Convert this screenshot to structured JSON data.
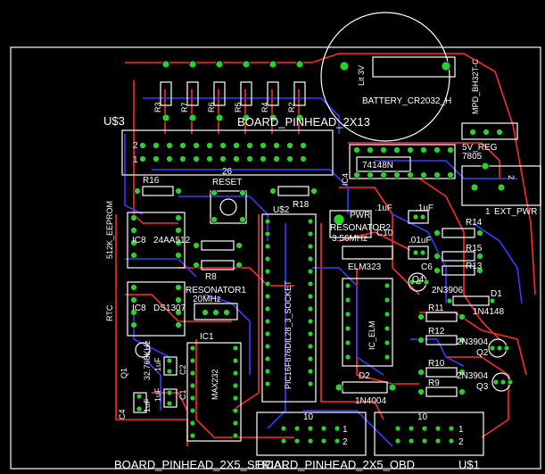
{
  "colors": {
    "background": "#000000",
    "silk": "#ffffff",
    "top_copper": "#ff2a2a",
    "bottom_copper": "#3a3aff",
    "pad": "#2bd02b",
    "outline": "#c8c8c8"
  },
  "labels": {
    "u3": "U$3",
    "board_pinhead_top": "BOARD_PINHEAD_2X13",
    "battery": "BATTERY_CR2032_H",
    "mpd": "MPD_BH32T-C",
    "lit": "Lit 3V",
    "r3": "R3",
    "r7": "R7",
    "r6": "R6",
    "r5": "R5",
    "r4": "R4",
    "r2": "R2",
    "pin2": "2",
    "pin1": "1",
    "pin26": "26",
    "ic4": "IC4",
    "ic74148": "74148N",
    "sv_reg": "5V_REG",
    "reg7805": "7805",
    "ext_pwr": "EXT_PWR",
    "ext_one": "1",
    "ext_two": "2",
    "r16": "R16",
    "reset": "RESET",
    "u2": "U$2",
    "r18": "R18",
    "eeprom": "512K_EEPROM",
    "ic8a": "IC8",
    "ic8a_part": "24AA512",
    "pwr": "PWR",
    "resonator2": "RESONATOR2",
    "mhz356": "3.56MHz",
    "cap1uf_a": ".1uF",
    "cap1uf_b": ".1uF",
    "cap01uf": ".01uF",
    "c10": "C10",
    "r14": "R14",
    "r15": "R15",
    "r13": "R13",
    "c6": "C6",
    "elm323": "ELM323",
    "q4": "Q4",
    "q4_part": "2N3906",
    "r8": "R8",
    "resonator1": "RESONATOR1",
    "mhz20": "20MHz",
    "rtc": "RTC",
    "ic8b": "IC8",
    "ic8b_part": "DS1307",
    "socket": "PIC16F876DIL28_3_SOCKET",
    "ic_elm": "IC_ELM",
    "in4148": "1N4148",
    "d1": "D1",
    "r11": "R11",
    "r12": "R12",
    "r10": "R10",
    "r9": "R9",
    "q2": "Q2",
    "q3": "Q3",
    "n3904a": "2N3904",
    "n3904b": "2N3904",
    "ic1": "IC1",
    "max232": "MAX232",
    "crystal": "32.768KHz",
    "q1": "Q1",
    "c2": "C2",
    "c1": "C1",
    "c4": "C4",
    "cap1uf_c": "1uF",
    "cap1uf_d": "1uF",
    "cap1uf_e": "1uF",
    "d2": "D2",
    "in4004": "1N4004",
    "ten_a": "10",
    "ten_b": "10",
    "one_a": "1",
    "two_a": "2",
    "one_b": "1",
    "two_b": "2",
    "bottom_left": "BOARD_PINHEAD_2X5_SERIAL",
    "bottom_mid": "BOARD_PINHEAD_2X5_OBD",
    "u1": "U$1"
  }
}
